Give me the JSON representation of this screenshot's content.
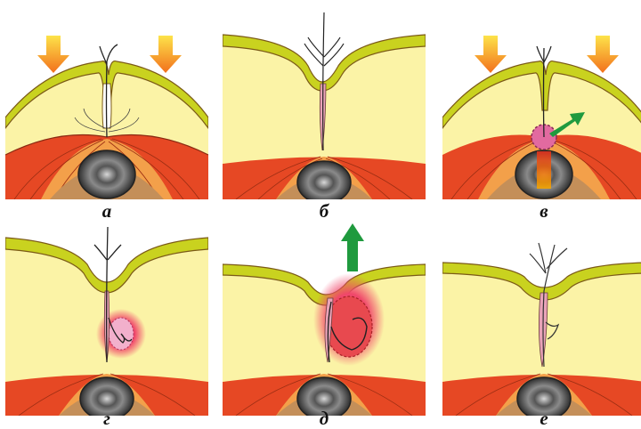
{
  "captions": {
    "a": "а",
    "b": "б",
    "v": "в",
    "g": "г",
    "d": "д",
    "e": "е"
  },
  "colors": {
    "skin_fill": "#fbf3a6",
    "skin_surface": "#c9d21f",
    "skin_outline": "#7b5a17",
    "muscle_red": "#e64824",
    "muscle_orange": "#f3a04a",
    "bone_tan": "#c48f59",
    "bone_dark": "#3c3c3c",
    "pressure_arrow": "#f47a1f",
    "exit_arrow": "#1f9a3e",
    "inflammation": "#f0466a"
  },
  "icons": [
    "pressure-arrow-icon",
    "exit-arrow-icon",
    "hair-icon",
    "bone-icon"
  ]
}
